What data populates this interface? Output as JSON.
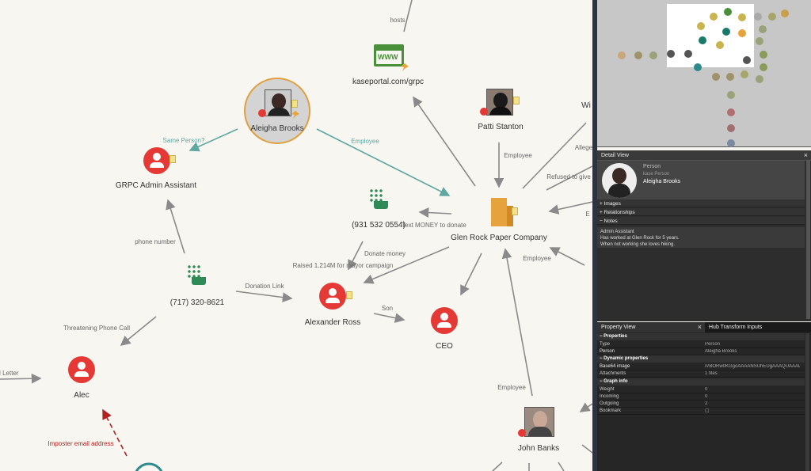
{
  "graph": {
    "nodes": {
      "kaseportal": "kaseportal.com/grpc",
      "aleigha": "Aleigha Brooks",
      "patti": "Patti Stanton",
      "grpc_admin": "GRPC Admin Assistant",
      "phone1": "(931 532 0554)",
      "glenrock": "Glen Rock Paper Company",
      "phone2": "(717) 320-8621",
      "alexander": "Alexander Ross",
      "ceo": "CEO",
      "alec": "Alec",
      "john": "John Banks",
      "wi_partial": "Wi"
    },
    "edges": {
      "hosts": "hosts",
      "same_person": "Same Person?",
      "employee1": "Employee",
      "employee_patti": "Employee",
      "refused": "Refused to give",
      "alleg": "Allege",
      "text_money": "Text MONEY to donate",
      "phone_number": "phone number",
      "donate_money": "Donate money",
      "raised": "Raised 1.214M for mayor campaign",
      "donation_link": "Donation Link",
      "son": "Son",
      "employee_r": "Employee",
      "threatening": "Threatening Phone Call",
      "letter": "d Letter",
      "imposter": "Imposter email address",
      "employee_john": "Employee",
      "e_partial": "E"
    },
    "icon_www": "WWW"
  },
  "detail": {
    "title": "Detail View",
    "close": "×",
    "type": "Person",
    "subtype": "kase Person",
    "name": "Aleigha Brooks",
    "sections": {
      "images": "+ Images",
      "relationships": "+ Relationships",
      "notes": "− Notes"
    },
    "notes": [
      "Admin Assistant",
      "Has worked at Glen Rock for 5 years.",
      "When not working she loves hiking."
    ]
  },
  "props": {
    "tab1": "Property View",
    "tab1_close": "×",
    "tab2": "Hub Transform Inputs",
    "sections": {
      "properties": "− Properties",
      "dynamic": "− Dynamic properties",
      "graph": "− Graph info"
    },
    "rows": {
      "type_k": "Type",
      "type_v": "Person",
      "person_k": "Person",
      "person_v": "Aleigha Brooks",
      "base64_k": "Base64 image",
      "base64_v": "iVBORw0KGgoAAAANSUhEUgAAAQUAAADi",
      "attach_k": "Attachments",
      "attach_v": "1 files",
      "weight_k": "Weight",
      "weight_v": "0",
      "incoming_k": "Incoming",
      "incoming_v": "0",
      "outgoing_k": "Outgoing",
      "outgoing_v": "2",
      "bookmark_k": "Bookmark",
      "bookmark_v": "☐"
    }
  },
  "colors": {
    "person_red": "#e53935",
    "edge_gray": "#8a8a8a",
    "edge_teal": "#5fa8a0",
    "edge_red": "#b22222",
    "phone_green": "#2e8b57",
    "www_green": "#4a8f3a",
    "company_orange": "#e6a23c",
    "pin_orange": "#e8a33d"
  }
}
